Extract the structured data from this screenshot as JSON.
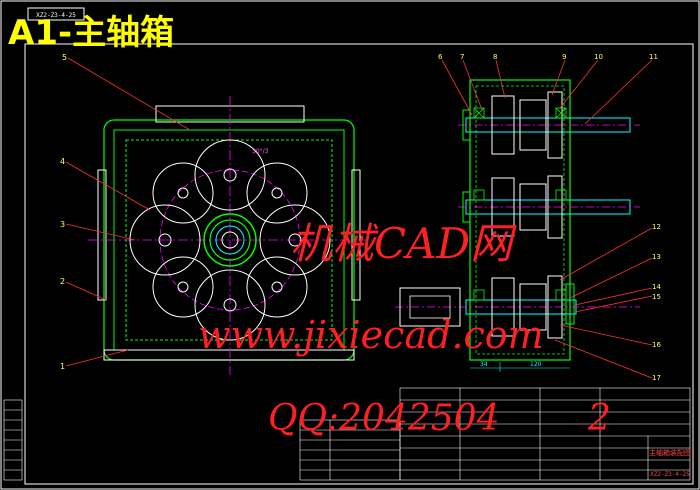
{
  "header": {
    "title": "A1-主轴箱",
    "corner_code": "XZ2-Z3-4-25"
  },
  "watermark": {
    "site_cn": "机械CAD网",
    "url": "www.jixiecad.com",
    "qq": "QQ:2042504",
    "qq_suffix": "2"
  },
  "front_view": {
    "callouts": [
      "5",
      "4",
      "3",
      "2",
      "1"
    ],
    "angle_label": "30°/3"
  },
  "side_view": {
    "callouts": [
      "6",
      "7",
      "8",
      "9",
      "10",
      "11",
      "12",
      "13",
      "14",
      "15",
      "16",
      "17"
    ],
    "dim_left": "34",
    "dim_right": "120"
  },
  "title_block": {
    "drawing_name": "主轴箱装配图",
    "drawing_code": "XZ2-Z3-4-25"
  },
  "colors": {
    "frame": "#ffffff",
    "part": "#00ff00",
    "gear": "#ffffff",
    "center": "#ff00ff",
    "callout": "#ff3333",
    "callout_text": "#ffff66",
    "shaft": "#00ffff",
    "title": "#ffff00",
    "watermark": "#ff2020"
  }
}
